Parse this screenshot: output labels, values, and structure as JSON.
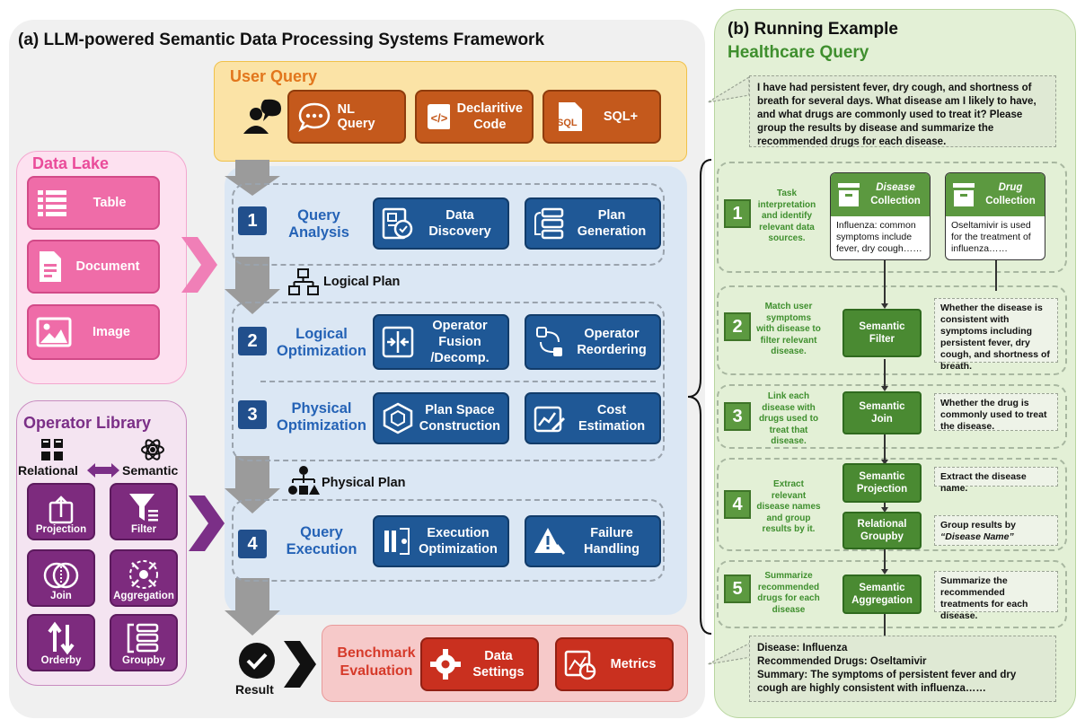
{
  "framework": {
    "title": "(a) LLM-powered Semantic Data Processing Systems Framework",
    "user_query": {
      "title": "User Query",
      "items": [
        "NL Query",
        "Declaritive\nCode",
        "SQL+"
      ],
      "sql_icon_text": "SQL"
    },
    "data_lake": {
      "title": "Data Lake",
      "items": [
        "Table",
        "Document",
        "Image"
      ]
    },
    "operator_library": {
      "title": "Operator Library",
      "relational": "Relational",
      "semantic": "Semantic",
      "ops": [
        "Projection",
        "Filter",
        "Join",
        "Aggregation",
        "Orderby",
        "Groupby"
      ]
    },
    "stages": [
      {
        "num": "1",
        "name": "Query\nAnalysis",
        "a": "Data\nDiscovery",
        "b": "Plan\nGeneration"
      },
      {
        "num": "2",
        "name": "Logical\nOptimization",
        "a": "Operator\nFusion\n/Decomp.",
        "b": "Operator\nReordering"
      },
      {
        "num": "3",
        "name": "Physical\nOptimization",
        "a": "Plan Space\nConstruction",
        "b": "Cost\nEstimation"
      },
      {
        "num": "4",
        "name": "Query\nExecution",
        "a": "Execution\nOptimization",
        "b": "Failure\nHandling"
      }
    ],
    "logical_plan": "Logical Plan",
    "physical_plan": "Physical Plan",
    "result": "Result",
    "benchmark": {
      "title": "Benchmark\nEvaluation",
      "a": "Data\nSettings",
      "b": "Metrics"
    }
  },
  "example": {
    "title": "(b) Running Example",
    "subtitle": "Healthcare Query",
    "query": "I have had persistent fever, dry cough, and shortness of breath for several days. What disease am I likely to have, and what drugs are commonly used to treat it? Please group the results by disease and summarize the recommended drugs for each disease.",
    "steps": [
      {
        "num": "1",
        "desc": "Task\ninterpretation\nand identify\nrelevant data\nsources."
      },
      {
        "num": "2",
        "desc": "Match user\nsymptoms\nwith disease to\nfilter relevant\ndisease."
      },
      {
        "num": "3",
        "desc": "Link each\ndisease with\ndrugs used to\ntreat that\ndisease."
      },
      {
        "num": "4",
        "desc": "Extract\nrelevant\ndisease names\nand group\nresults by it."
      },
      {
        "num": "5",
        "desc": "Summarize\nrecommended\ndrugs for each\ndisease"
      }
    ],
    "disease_collection": {
      "name": "Disease",
      "suffix": "Collection",
      "text": "Influenza: common symptoms include fever, dry cough……"
    },
    "drug_collection": {
      "name": "Drug",
      "suffix": "Collection",
      "text": "Oseltamivir is used for the treatment of influenza……"
    },
    "ops": {
      "filter": "Semantic\nFilter",
      "join": "Semantic\nJoin",
      "projection": "Semantic\nProjection",
      "groupby": "Relational\nGroupby",
      "aggregation": "Semantic\nAggregation"
    },
    "notes": {
      "filter": "Whether the disease is consistent with symptoms including persistent fever, dry cough, and shortness of breath.",
      "join": "Whether the drug is commonly used to treat the disease.",
      "projection": "Extract the disease name.",
      "groupby_prefix": "Group results by",
      "groupby_key": "“Disease Name”",
      "aggregation": "Summarize the recommended treatments for each disease."
    },
    "result": {
      "disease": "Disease: Influenza",
      "drugs": "Recommended Drugs: Oseltamivir",
      "summary": "Summary: The symptoms of persistent fever and dry cough are highly consistent with influenza……"
    }
  }
}
